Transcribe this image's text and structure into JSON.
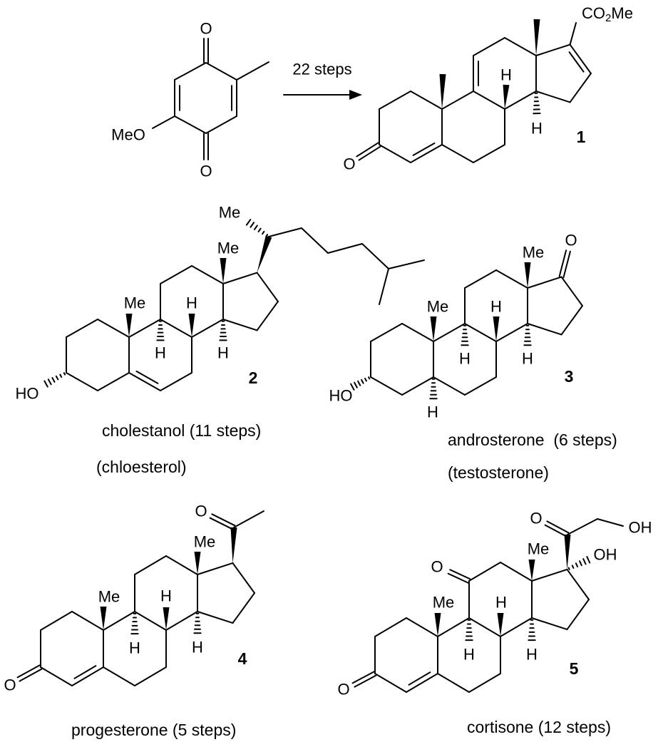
{
  "reaction": {
    "arrow_label": "22 steps"
  },
  "starting_material": {
    "labels": [
      "O",
      "O",
      "MeO"
    ]
  },
  "compounds": [
    {
      "number": "1",
      "labels": [
        "O",
        "H",
        "H"
      ],
      "ester": {
        "a": "CO",
        "sub": "2",
        "b": "Me"
      }
    },
    {
      "number": "2",
      "labels": [
        "HO",
        "Me",
        "H",
        "H",
        "H",
        "Me",
        "Me"
      ],
      "name": "cholestanol (11 steps)",
      "parent": "(chloesterol)"
    },
    {
      "number": "3",
      "labels": [
        "HO",
        "H",
        "Me",
        "H",
        "H",
        "H",
        "Me",
        "O"
      ],
      "name": "androsterone  (6 steps)",
      "parent": "(testosterone)"
    },
    {
      "number": "4",
      "labels": [
        "O",
        "Me",
        "H",
        "H",
        "H",
        "Me",
        "O"
      ],
      "name": "progesterone (5 steps)"
    },
    {
      "number": "5",
      "labels": [
        "O",
        "Me",
        "H",
        "H",
        "O",
        "Me",
        "H",
        "OH",
        "O",
        "OH"
      ],
      "name": "cortisone (12 steps)"
    }
  ]
}
